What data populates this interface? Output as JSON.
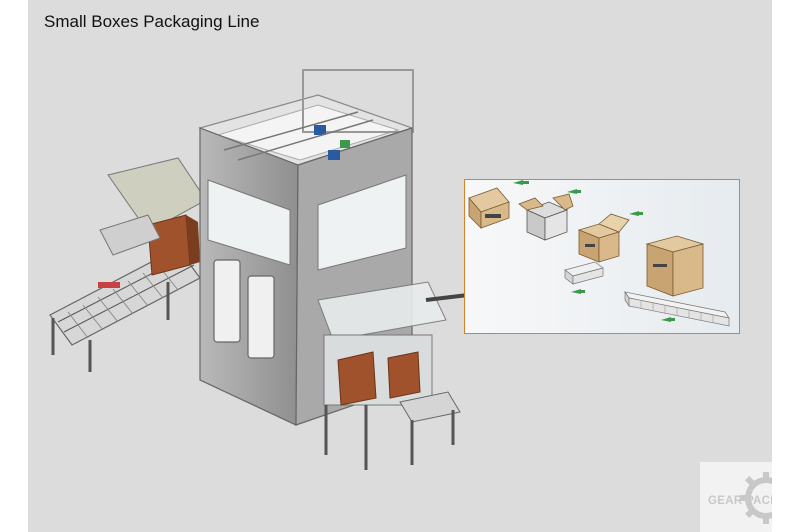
{
  "slide": {
    "title": "Small Boxes Packaging Line",
    "background_color": "#dcdcdc",
    "inset_border_color": "#d9822b"
  },
  "logo": {
    "word1": "GEAR",
    "word2": "PACKAGING",
    "color": "#e07a7a",
    "icon": "gear-icon"
  }
}
